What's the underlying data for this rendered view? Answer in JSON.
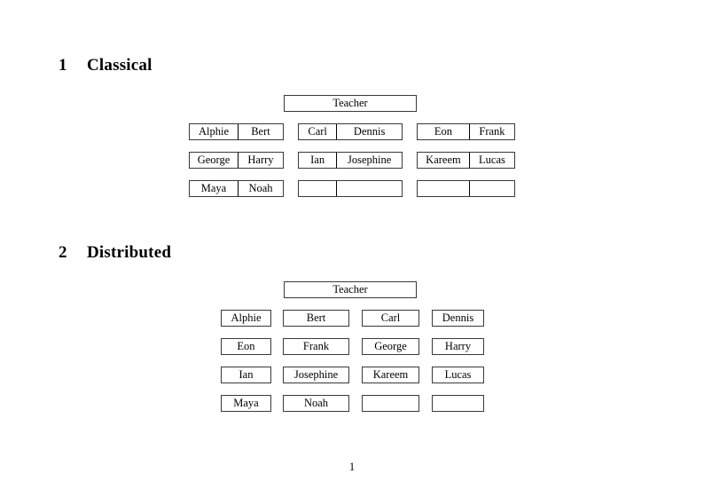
{
  "document": {
    "page_number": "1"
  },
  "sections": [
    {
      "id": "classical",
      "number": "1",
      "title": "Classical",
      "teacher_label": "Teacher",
      "layout": "grouped-pairs",
      "groups": [
        {
          "column": 0,
          "rows": [
            {
              "cells": [
                "Alphie",
                "Bert"
              ]
            },
            {
              "cells": [
                "George",
                "Harry"
              ]
            },
            {
              "cells": [
                "Maya",
                "Noah"
              ]
            }
          ]
        },
        {
          "column": 1,
          "rows": [
            {
              "cells": [
                "Carl",
                "Dennis"
              ]
            },
            {
              "cells": [
                "Ian",
                "Josephine"
              ]
            },
            {
              "cells": [
                "",
                ""
              ]
            }
          ]
        },
        {
          "column": 2,
          "rows": [
            {
              "cells": [
                "Eon",
                "Frank"
              ]
            },
            {
              "cells": [
                "Kareem",
                "Lucas"
              ]
            },
            {
              "cells": [
                "",
                ""
              ]
            }
          ]
        }
      ]
    },
    {
      "id": "distributed",
      "number": "2",
      "title": "Distributed",
      "teacher_label": "Teacher",
      "layout": "single-boxes",
      "rows": [
        {
          "cells": [
            "Alphie",
            "Bert",
            "Carl",
            "Dennis"
          ]
        },
        {
          "cells": [
            "Eon",
            "Frank",
            "George",
            "Harry"
          ]
        },
        {
          "cells": [
            "Ian",
            "Josephine",
            "Kareem",
            "Lucas"
          ]
        },
        {
          "cells": [
            "Maya",
            "Noah",
            "",
            ""
          ]
        }
      ]
    }
  ],
  "colors": {
    "page_background": "#ffffff",
    "text": "#000000",
    "box_border": "#3a3a3a",
    "divider": "#000000"
  }
}
